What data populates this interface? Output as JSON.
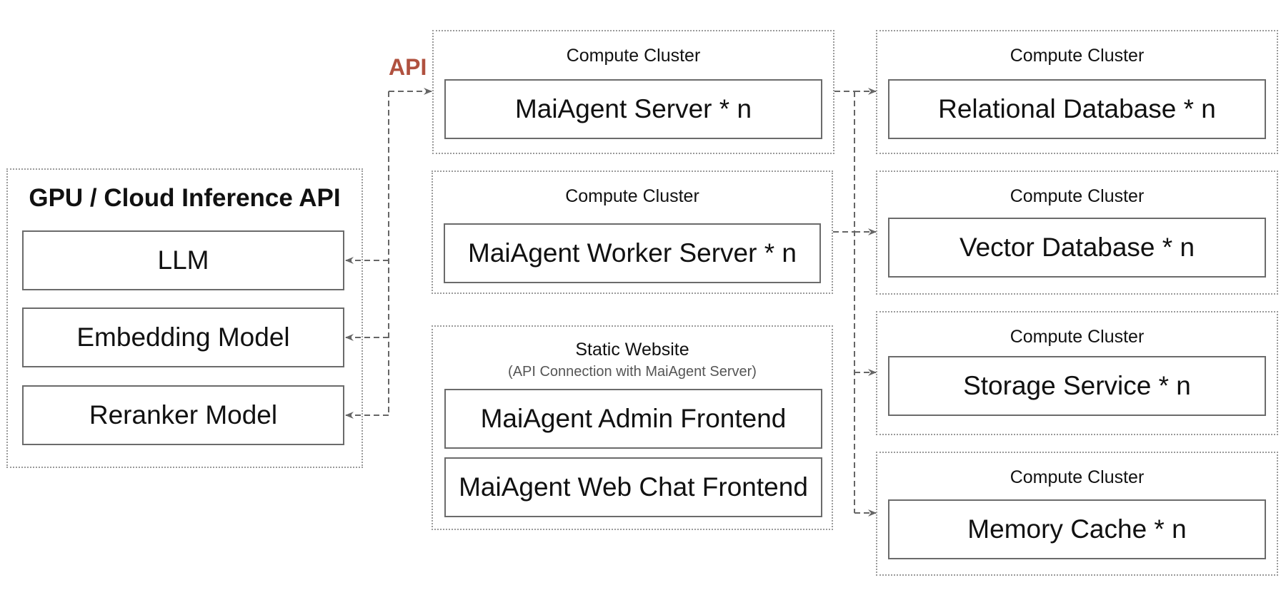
{
  "diagram": {
    "colors": {
      "api_accent": "#b0513f",
      "connector": "#666666",
      "box_border": "#6b6b6b",
      "group_border": "#9a9a9a"
    },
    "api_label": "API",
    "gpu_group": {
      "title": "GPU / Cloud Inference API",
      "models": [
        "LLM",
        "Embedding Model",
        "Reranker Model"
      ]
    },
    "server_cluster": {
      "label": "Compute Cluster",
      "box": "MaiAgent Server * n"
    },
    "worker_cluster": {
      "label": "Compute Cluster",
      "box": "MaiAgent Worker Server * n"
    },
    "static_website": {
      "label": "Static Website",
      "sublabel": "(API Connection with MaiAgent Server)",
      "boxes": [
        "MaiAgent Admin Frontend",
        "MaiAgent Web Chat Frontend"
      ]
    },
    "data_clusters": [
      {
        "label": "Compute Cluster",
        "box": "Relational Database * n"
      },
      {
        "label": "Compute Cluster",
        "box": "Vector Database * n"
      },
      {
        "label": "Compute Cluster",
        "box": "Storage Service * n"
      },
      {
        "label": "Compute Cluster",
        "box": "Memory Cache * n"
      }
    ]
  }
}
